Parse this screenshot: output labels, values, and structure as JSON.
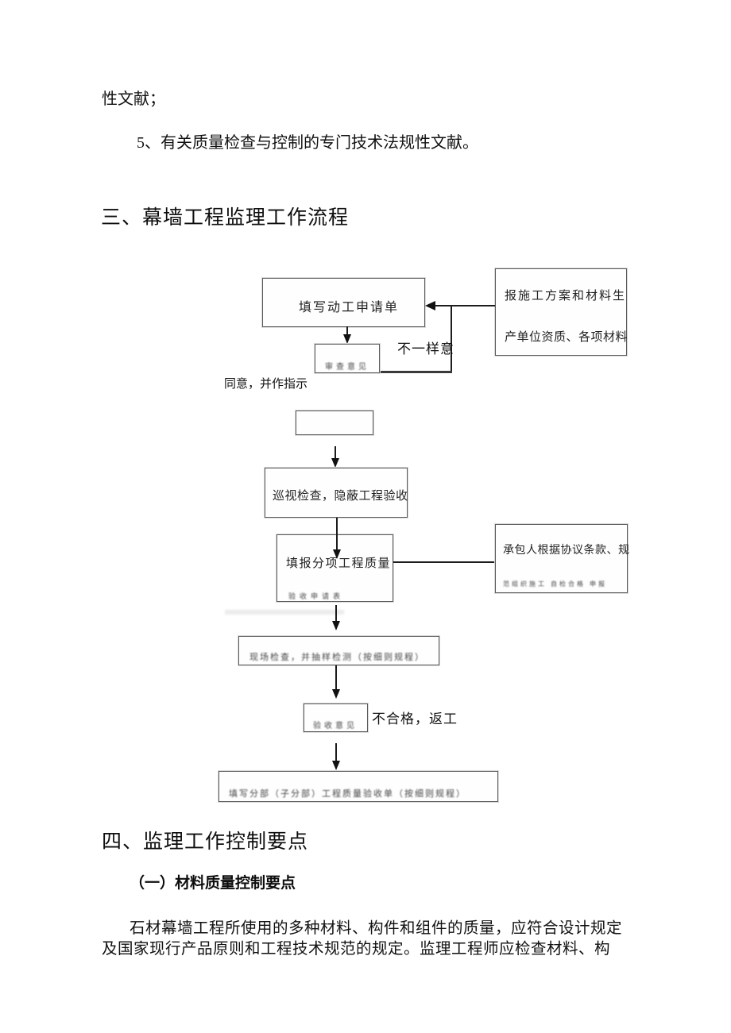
{
  "intro": {
    "carryover_line": "性文献；",
    "item5": "5、有关质量检查与控制的专门技术法规性文献。"
  },
  "sections": {
    "flow_heading": "三、幕墙工程监理工作流程",
    "control_heading": "四、监理工作控制要点",
    "material_subheading": "（一）材料质量控制要点",
    "paragraph_line1": "石材幕墙工程所使用的多种材料、构件和组件的质量，应符合设计规定",
    "paragraph_line2": "及国家现行产品原则和工程技术规范的规定。监理工程师应检查材料、构"
  },
  "flowchart": {
    "apply_box": "填写动工申请单",
    "report_box_line1": "报施工方案和材料生",
    "report_box_line2": "产单位资质、各项材料",
    "disagree_label": "不一样意",
    "review_box": "审查意见",
    "agree_label": "同意，并作指示",
    "empty_box": "",
    "inspect_box": "巡视检查，隐蔽工程验收",
    "fill_box_title": "填报分项工程质量",
    "fill_box_sub": "验收申请表",
    "contractor_box_line1": "承包人根据协议条款、规",
    "contractor_box_line2": "范组织施工 自检合格 申报",
    "site_box": "现场检查，并抽样检测（按细则规程）",
    "check_box": "验收意见",
    "fail_label": "不合格，返工",
    "final_box": "填写分部（子分部）工程质量验收单（按细则规程）"
  }
}
